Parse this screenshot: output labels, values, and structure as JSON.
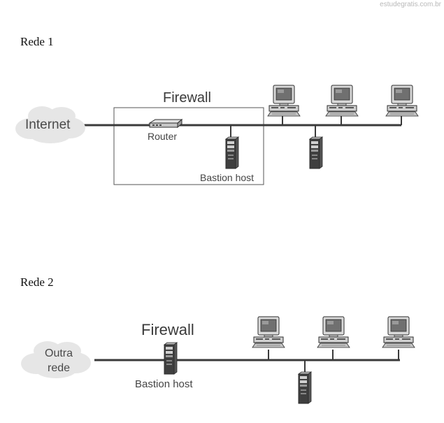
{
  "watermark": "estudegratis.com.br",
  "rede1": {
    "title": "Rede 1",
    "cloud_label": "Internet",
    "firewall_label": "Firewall",
    "router_label": "Router",
    "bastion_label": "Bastion host"
  },
  "rede2": {
    "title": "Rede 2",
    "cloud_label_line1": "Outra",
    "cloud_label_line2": "rede",
    "firewall_label": "Firewall",
    "bastion_label": "Bastion host"
  },
  "colors": {
    "cable": "#3a3a3a",
    "cloud": "#e6e6e6",
    "device_dark": "#4a4a4a",
    "device_light": "#d4d4d4"
  },
  "icons": [
    "cloud-icon",
    "router-icon",
    "computer-icon",
    "server-tower-icon"
  ]
}
